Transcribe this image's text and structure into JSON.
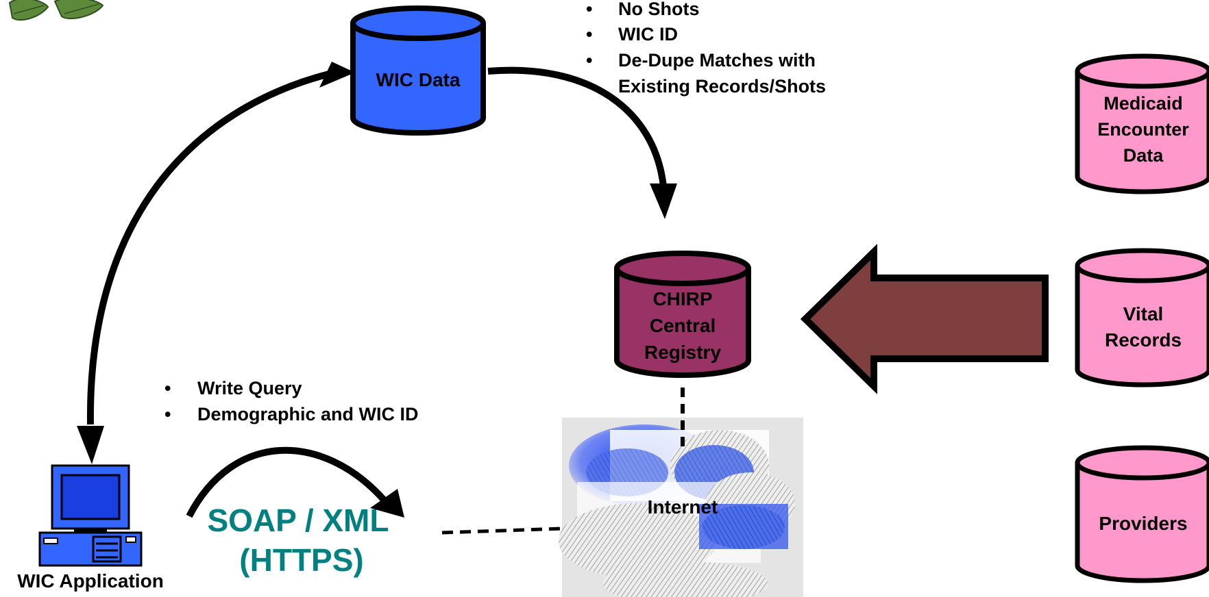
{
  "nodes": {
    "wic_data": "WIC Data",
    "chirp": [
      "CHIRP",
      "Central",
      "Registry"
    ],
    "medicaid": [
      "Medicaid",
      "Encounter",
      "Data"
    ],
    "vital": [
      "Vital",
      "Records"
    ],
    "providers": "Providers",
    "internet": "Internet",
    "wic_app": "WIC Application"
  },
  "top_bullets": [
    "No Shots",
    "WIC ID",
    "De-Dupe Matches with",
    "Existing Records/Shots"
  ],
  "bottom_bullets": [
    "Write Query",
    "Demographic and WIC ID"
  ],
  "protocol": [
    "SOAP / XML",
    "(HTTPS)"
  ],
  "bullet_char": "•",
  "colors": {
    "wic_data": "#3366ff",
    "chirp": "#993366",
    "sources": "#ff99cc",
    "big_arrow": "#7f3f3f",
    "protocol_text": "#008080",
    "computer": "#3366ff"
  }
}
